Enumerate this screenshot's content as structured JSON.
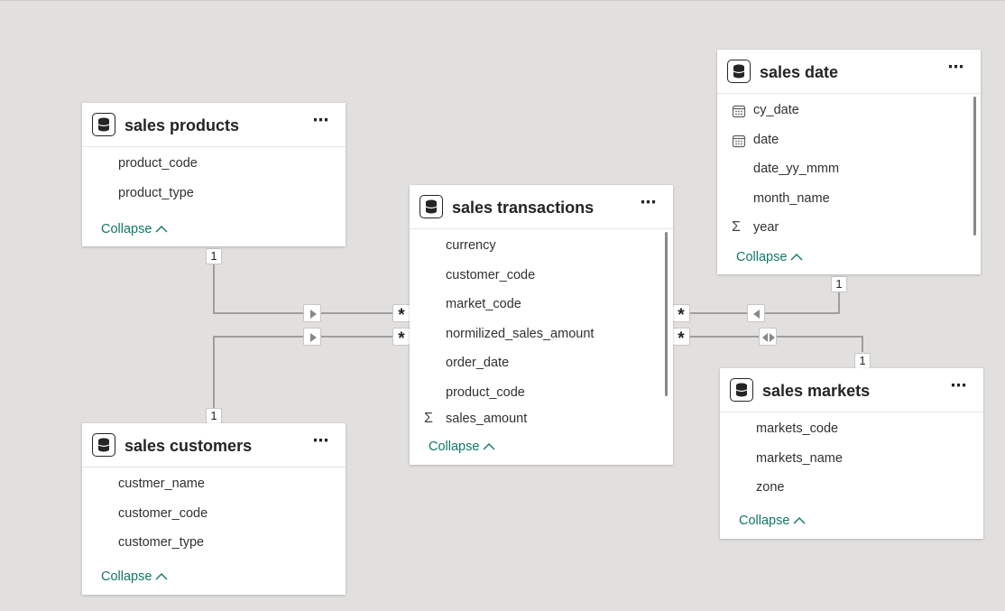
{
  "tables": {
    "products": {
      "title": "sales products",
      "more": "⋯",
      "fields": [
        "product_code",
        "product_type"
      ],
      "collapse": "Collapse"
    },
    "customers": {
      "title": "sales customers",
      "more": "⋯",
      "fields": [
        "custmer_name",
        "customer_code",
        "customer_type"
      ],
      "collapse": "Collapse"
    },
    "transactions": {
      "title": "sales transactions",
      "more": "⋯",
      "fields": [
        "currency",
        "customer_code",
        "market_code",
        "normilized_sales_amount",
        "order_date",
        "product_code",
        "sales_amount"
      ],
      "collapse": "Collapse"
    },
    "date": {
      "title": "sales date",
      "more": "⋯",
      "fields": [
        "cy_date",
        "date",
        "date_yy_mmm",
        "month_name",
        "year"
      ],
      "collapse": "Collapse"
    },
    "markets": {
      "title": "sales markets",
      "more": "⋯",
      "fields": [
        "markets_code",
        "markets_name",
        "zone"
      ],
      "collapse": "Collapse"
    }
  },
  "field_icons": {
    "sales_amount": "sigma-icon",
    "cy_date": "calendar-icon",
    "date": "calendar-icon",
    "year": "sigma-icon"
  },
  "relationships": {
    "one_label": "1",
    "many_label": "*",
    "items": [
      {
        "from": "sales products",
        "to": "sales transactions",
        "cardinality": "1 to many",
        "filter": "single"
      },
      {
        "from": "sales customers",
        "to": "sales transactions",
        "cardinality": "1 to many",
        "filter": "single"
      },
      {
        "from": "sales date",
        "to": "sales transactions",
        "cardinality": "1 to many",
        "filter": "single"
      },
      {
        "from": "sales markets",
        "to": "sales transactions",
        "cardinality": "1 to many",
        "filter": "both"
      }
    ]
  },
  "colors": {
    "canvas": "#e1e0de",
    "link": "#117865",
    "line": "#8a8886"
  }
}
